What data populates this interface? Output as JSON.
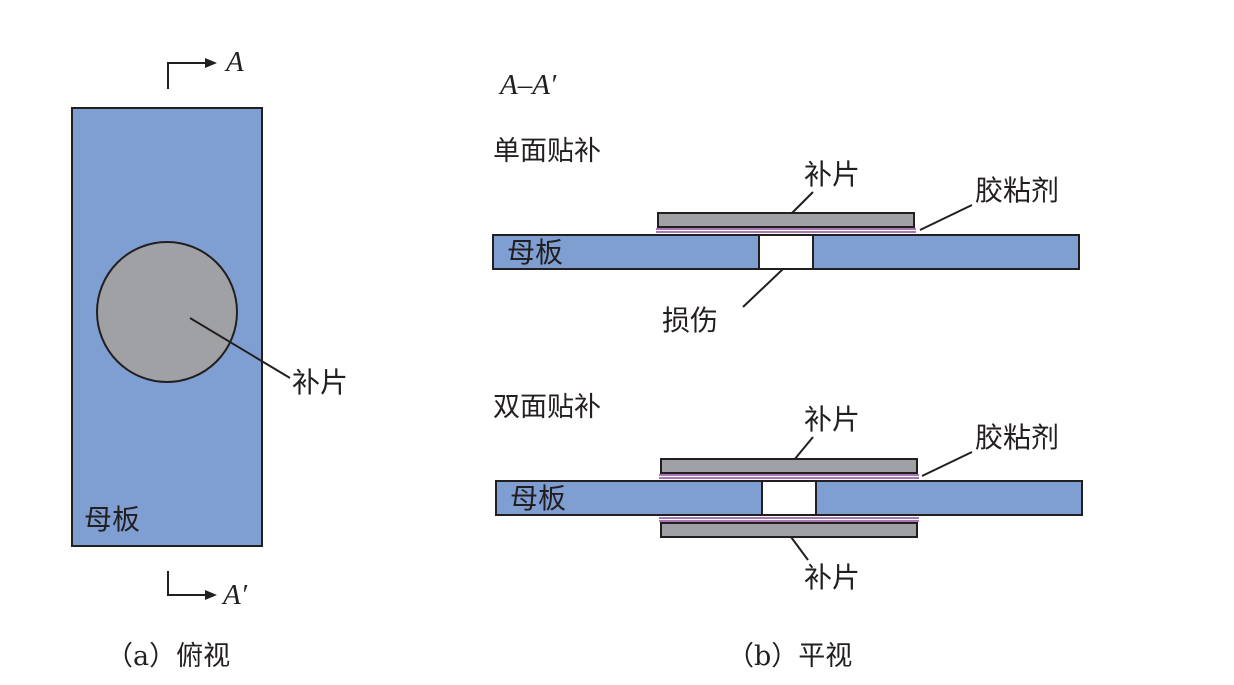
{
  "labels": {
    "section_a_start": "A",
    "section_a_end": "A′",
    "section_title": "A–A′",
    "patch": "补片",
    "mother_plate": "母板",
    "single_sided": "单面贴补",
    "double_sided": "双面贴补",
    "adhesive": "胶粘剂",
    "damage": "损伤",
    "caption_a": "（a）俯视",
    "caption_b": "（b）平视"
  },
  "colors": {
    "plate": "#7f9fd2",
    "patch": "#a0a1a5",
    "adhesive": "#a777b3",
    "outline": "#231f20",
    "damage": "#ffffff"
  }
}
